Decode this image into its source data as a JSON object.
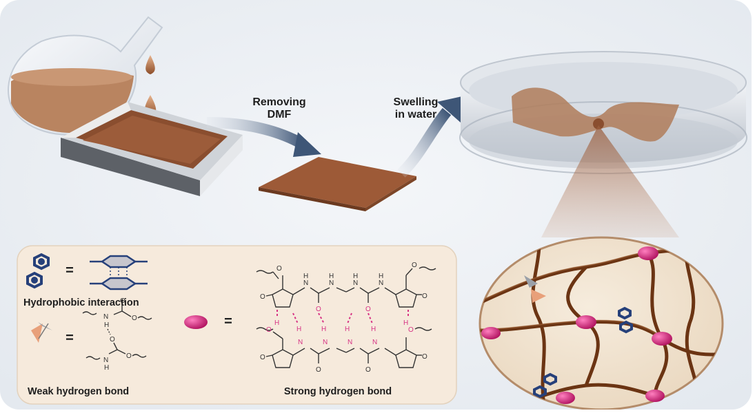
{
  "steps": {
    "removing_line1": "Removing",
    "removing_line2": "DMF",
    "swelling_line1": "Swelling",
    "swelling_line2": "in water"
  },
  "legend": {
    "hydrophobic_label": "Hydrophobic interaction",
    "weak_hbond_label": "Weak hydrogen bond",
    "strong_hbond_label": "Strong hydrogen bond",
    "equals": "="
  },
  "colors": {
    "film": "#9a5d3d",
    "fiber": "#6b3413",
    "crosslink": "#d81b7a",
    "aromatic": "#26407a",
    "hbond": "#d63384"
  }
}
